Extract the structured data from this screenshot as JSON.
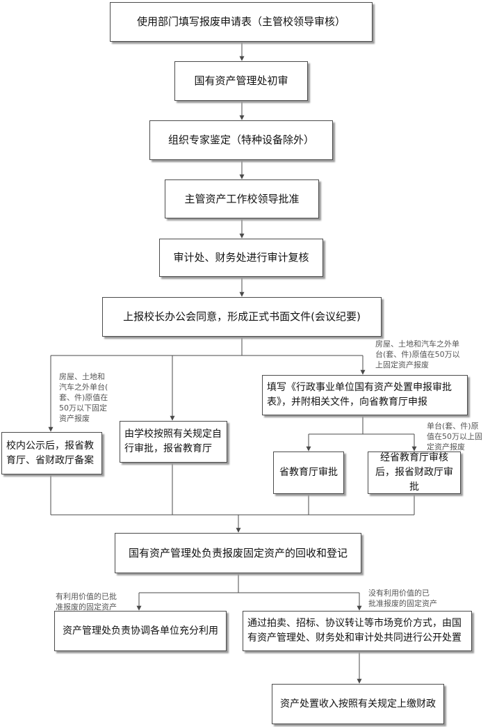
{
  "steps": {
    "s1": "使用部门填写报废申请表（主管校领导审核）",
    "s2": "国有资产管理处初审",
    "s3": "组织专家鉴定（特种设备除外）",
    "s4": "主管资产工作校领导批准",
    "s5": "审计处、财务处进行审计复核",
    "s6": "上报校长办公会同意，形成正式书面文件(会议纪要)",
    "b1": "校内公示后，报省教育厅、省财政厅备案",
    "b2": "由学校按照有关规定自行审批，报省教育厅",
    "b3": "填写《行政事业单位国有资产处置申报审批表》，并附相关文件，向省教育厅申报",
    "b3a": "省教育厅审批",
    "b3b": "经省教育厅审核后，报省财政厅审批",
    "s7": "国有资产管理处负责报废固定资产的回收和登记",
    "c1": "资产管理处负责协调各单位充分利用",
    "c2": "通过拍卖、招标、协议转让等市场竞价方式，由国有资产管理处、财务处和审计处共同进行公开处置",
    "s8": "资产处置收入按照有关规定上缴财政"
  },
  "notes": {
    "n1": "房屋、土地和\n汽车之外单台(\n套、件)原值在\n50万以下固定\n资产报废",
    "n2": "房屋、土地和汽车之外单\n台(套、件)原值在50万以\n上固定资产报废",
    "n3": "单台(套、件)原\n值在50万以上固\n定资产报废",
    "n4": "有利用价值的已批\n准报废的固定资产",
    "n5": "没有利用价值的已\n批准报废的固定资产"
  },
  "colors": {
    "line": "#4a4a4a",
    "shadow": "#9a9a9a",
    "note": "#555555"
  }
}
